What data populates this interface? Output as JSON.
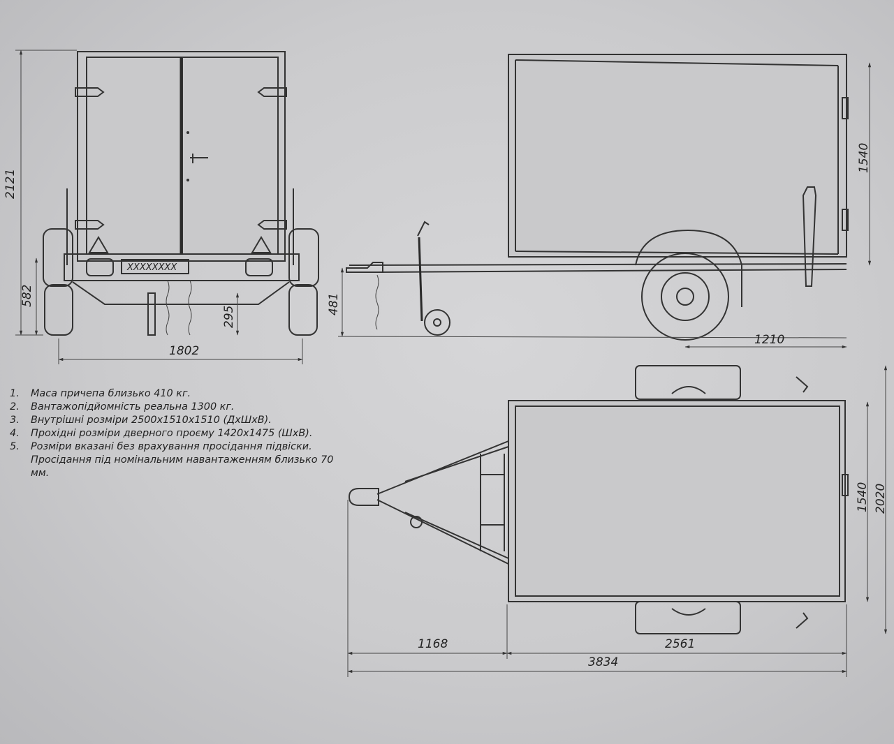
{
  "dimensions": {
    "rear_height": "2121",
    "rear_frame_height": "582",
    "rear_drawbar_height": "295",
    "rear_width": "1802",
    "side_hitch_height": "481",
    "side_body_height": "1540",
    "side_axle_offset": "1210",
    "top_drawbar_length": "1168",
    "top_body_length": "2561",
    "top_total_length": "3834",
    "top_body_width": "1540",
    "top_total_width": "2020"
  },
  "plate_text": "XXXXXXXX",
  "notes": [
    {
      "num": "1.",
      "text": "Маса причепа близько 410 кг."
    },
    {
      "num": "2.",
      "text": "Вантажопідйомність реальна 1300 кг."
    },
    {
      "num": "3.",
      "text": "Внутрішні розміри 2500х1510х1510 (ДхШхВ)."
    },
    {
      "num": "4.",
      "text": "Прохідні розміри дверного проєму 1420х1475 (ШхВ)."
    },
    {
      "num": "5.",
      "text": "Розміри вказані без врахування просідання підвіски. Просідання під номінальним навантаженням близько 70 мм."
    }
  ]
}
